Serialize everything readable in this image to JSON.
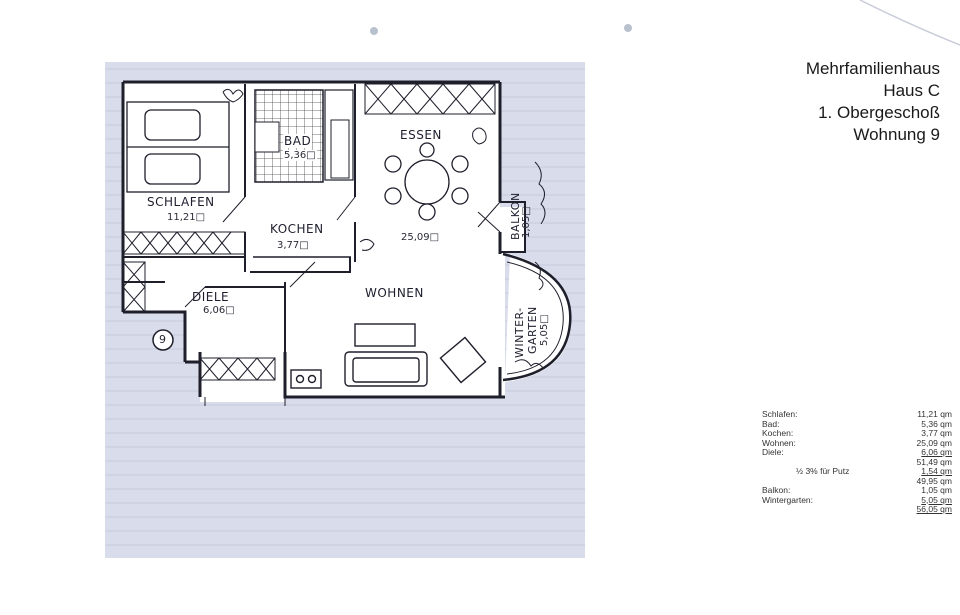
{
  "title": {
    "line1": "Mehrfamilienhaus",
    "line2": "Haus C",
    "line3": "1. Obergeschoß",
    "line4": "Wohnung 9"
  },
  "plan": {
    "rooms": {
      "schlafen": {
        "name": "SCHLAFEN",
        "area": "11,21□"
      },
      "bad": {
        "name": "BAD",
        "area": "5,36□"
      },
      "kochen": {
        "name": "KOCHEN",
        "area": "3,77□"
      },
      "essen": {
        "name": "ESSEN",
        "area": "25,09□"
      },
      "wohnen": {
        "name": "WOHNEN"
      },
      "diele": {
        "name": "DIELE",
        "area": "6,06□"
      },
      "balkon": {
        "name": "BALKON",
        "area": "1,05□"
      },
      "wintergarten": {
        "name1": "WINTER-",
        "name2": "GARTEN",
        "area": "5,05□"
      }
    },
    "unit_number": "9"
  },
  "areas": {
    "rows": [
      {
        "label": "Schlafen:",
        "value": "11,21 qm"
      },
      {
        "label": "Bad:",
        "value": "5,36 qm"
      },
      {
        "label": "Kochen:",
        "value": "3,77 qm"
      },
      {
        "label": "Wohnen:",
        "value": "25,09 qm"
      },
      {
        "label": "Diele:",
        "value": "6,06 qm"
      }
    ],
    "subtotal1": "51,49 qm",
    "putz_label": "½ 3% für Putz",
    "putz_value": "1,54 qm",
    "subtotal2": "49,95 qm",
    "extra_rows": [
      {
        "label": "Balkon:",
        "value": "1,05 qm"
      },
      {
        "label": "Wintergarten:",
        "value": "5,05 qm"
      }
    ],
    "total": "56,05 qm"
  }
}
